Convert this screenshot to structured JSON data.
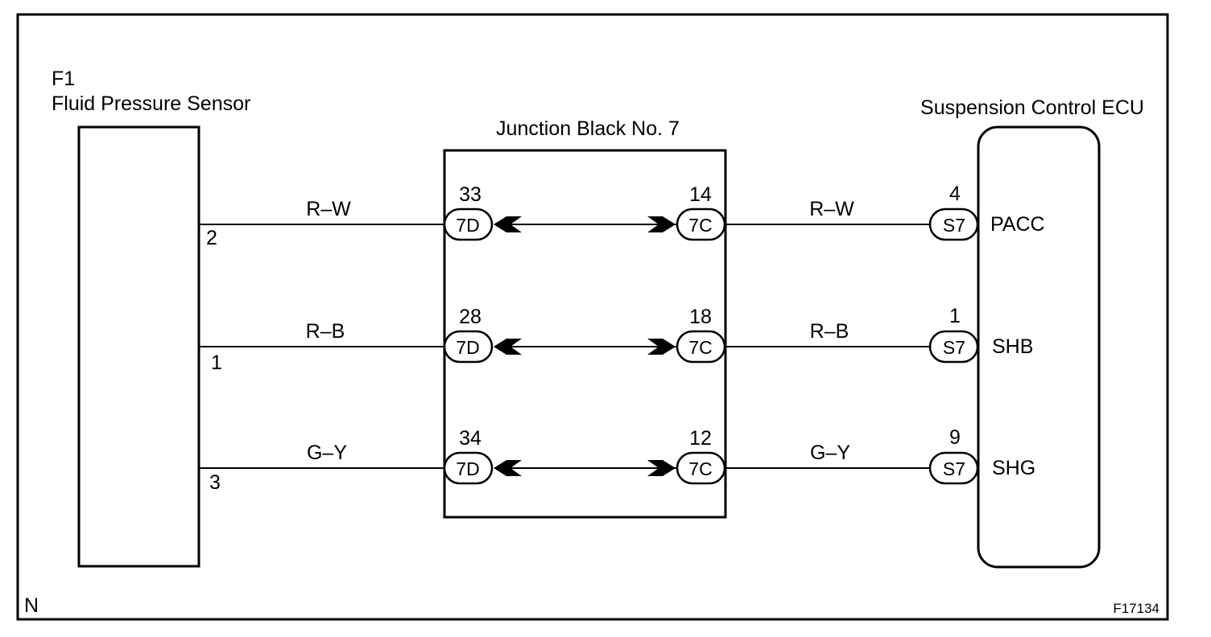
{
  "sensor": {
    "id": "F1",
    "name": "Fluid Pressure Sensor"
  },
  "junction": {
    "name": "Junction Black No. 7"
  },
  "ecu": {
    "name": "Suspension Control ECU"
  },
  "wires": [
    {
      "sensor_pin": "2",
      "left_color": "R–W",
      "jb_left_pin": "33",
      "jb_left_conn": "7D",
      "jb_right_pin": "14",
      "jb_right_conn": "7C",
      "right_color": "R–W",
      "ecu_pin": "4",
      "ecu_conn": "S7",
      "ecu_terminal": "PACC"
    },
    {
      "sensor_pin": "1",
      "left_color": "R–B",
      "jb_left_pin": "28",
      "jb_left_conn": "7D",
      "jb_right_pin": "18",
      "jb_right_conn": "7C",
      "right_color": "R–B",
      "ecu_pin": "1",
      "ecu_conn": "S7",
      "ecu_terminal": "SHB"
    },
    {
      "sensor_pin": "3",
      "left_color": "G–Y",
      "jb_left_pin": "34",
      "jb_left_conn": "7D",
      "jb_right_pin": "12",
      "jb_right_conn": "7C",
      "right_color": "G–Y",
      "ecu_pin": "9",
      "ecu_conn": "S7",
      "ecu_terminal": "SHG"
    }
  ],
  "corner_mark": "N",
  "figure_code": "F17134"
}
